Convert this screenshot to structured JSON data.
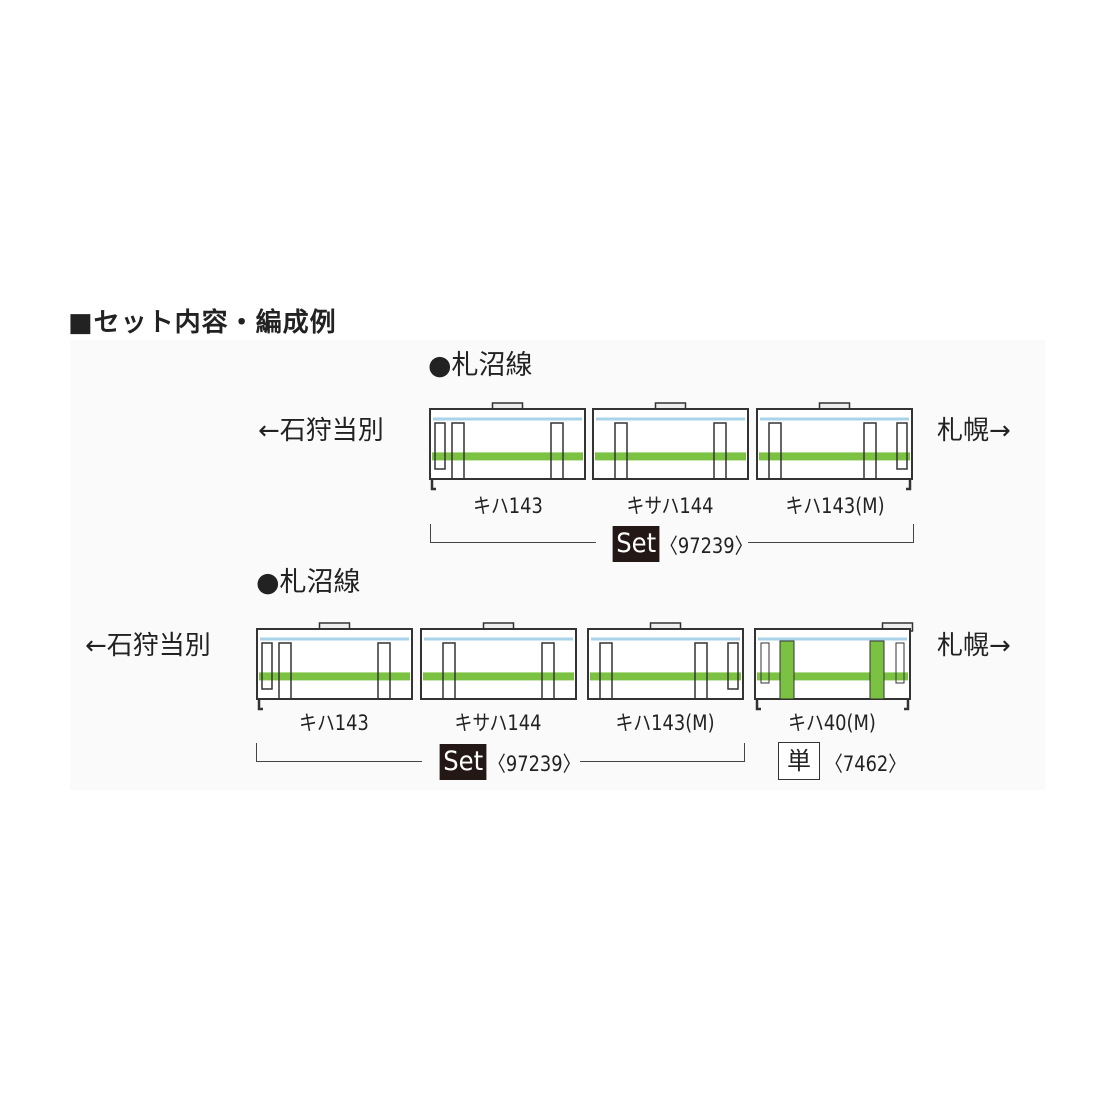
{
  "title": "■セット内容・編成例",
  "colors": {
    "stripe": "#7cc242",
    "body": "#ffffff",
    "outline": "#333333",
    "roof_line": "#a9d3e8"
  },
  "formations": [
    {
      "line_name": "●札沼線",
      "left_dir": "←石狩当別",
      "right_dir": "札幌→",
      "cars": [
        {
          "label": "キハ143",
          "type": "kiha143"
        },
        {
          "label": "キサハ144",
          "type": "kisaha144"
        },
        {
          "label": "キハ143(M)",
          "type": "kiha143m"
        }
      ],
      "set_label": "Set",
      "set_code": "〈97239〉"
    },
    {
      "line_name": "●札沼線",
      "left_dir": "←石狩当別",
      "right_dir": "札幌→",
      "cars": [
        {
          "label": "キハ143",
          "type": "kiha143"
        },
        {
          "label": "キサハ144",
          "type": "kisaha144"
        },
        {
          "label": "キハ143(M)",
          "type": "kiha143m"
        },
        {
          "label": "キハ40(M)",
          "type": "kiha40"
        }
      ],
      "set_label": "Set",
      "set_code": "〈97239〉",
      "single_label": "単",
      "single_code": "〈7462〉"
    }
  ]
}
